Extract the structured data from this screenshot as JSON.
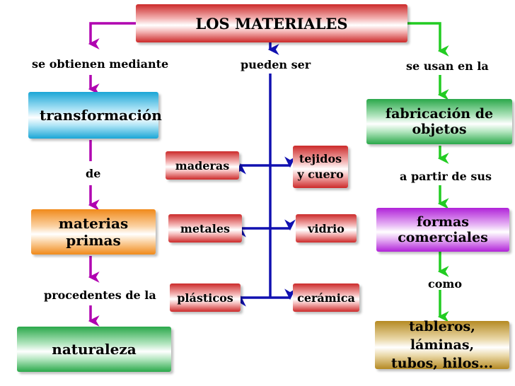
{
  "title": "LOS MATERIALES",
  "labels": {
    "obtienen": "se obtienen mediante",
    "pueden": "pueden ser",
    "usan": "se usan en la",
    "de": "de",
    "procedentes": "procedentes de la",
    "a_partir": "a partir de sus",
    "como": "como"
  },
  "nodes": {
    "transformacion": "transformación",
    "materias": "materias primas",
    "naturaleza": "naturaleza",
    "fabricacion": "fabricación de objetos",
    "formas": "formas comerciales",
    "tableros_1": "tableros, láminas,",
    "tableros_2": "tubos, hilos...",
    "maderas": "maderas",
    "metales": "metales",
    "plasticos": "plásticos",
    "tejidos_1": "tejidos",
    "tejidos_2": "y cuero",
    "vidrio": "vidrio",
    "ceramica": "cerámica"
  },
  "colors": {
    "left_arrows": "#b000b0",
    "center_arrows": "#1010b0",
    "right_arrows": "#22cc22"
  }
}
